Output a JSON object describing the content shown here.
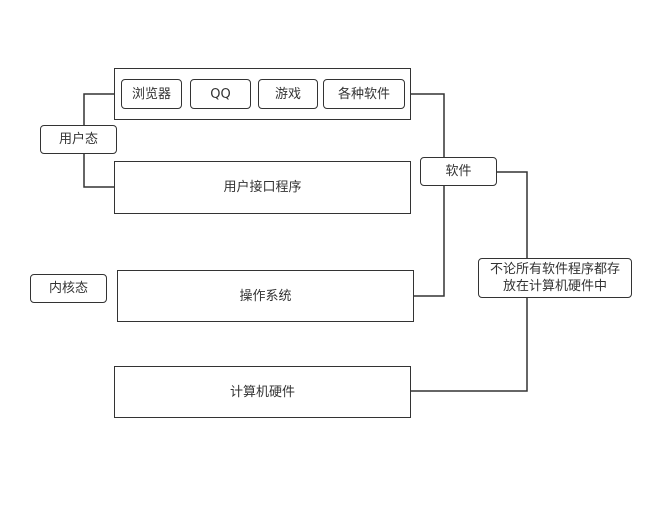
{
  "nodes": {
    "browser": "浏览器",
    "qq": "QQ",
    "game": "游戏",
    "apps": "各种软件",
    "user_mode": "用户态",
    "software": "软件",
    "user_interface": "用户接口程序",
    "kernel_mode": "内核态",
    "os": "操作系统",
    "note_line1": "不论所有软件程序都存",
    "note_line2": "放在计算机硬件中",
    "hardware": "计算机硬件"
  }
}
